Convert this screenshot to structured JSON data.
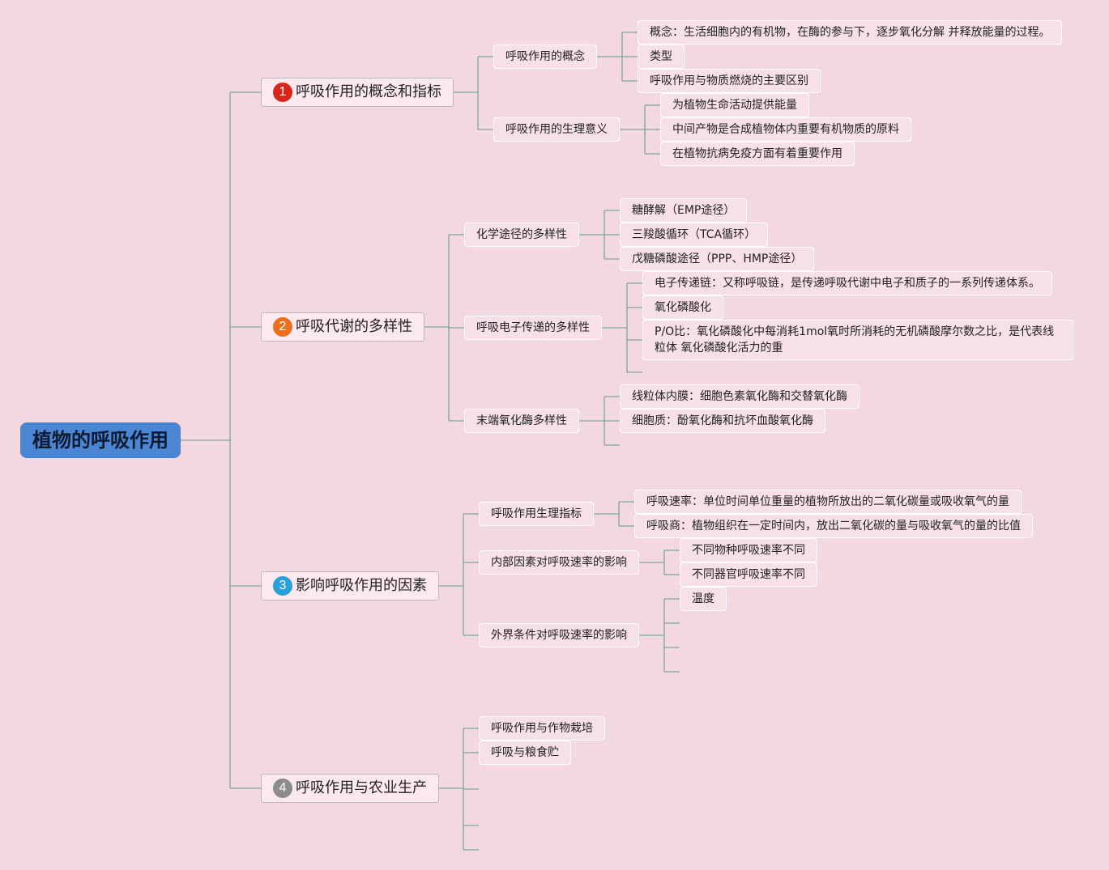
{
  "root": "植物的呼吸作用",
  "badge_colors": [
    "#d9251b",
    "#e8701f",
    "#2aa0d8",
    "#8c8c8c"
  ],
  "line_color": "#7aa89b",
  "branches": [
    {
      "number": "1",
      "label": "呼吸作用的概念和指标",
      "children": [
        {
          "label": "呼吸作用的概念",
          "children": [
            {
              "label": "概念：生活细胞内的有机物，在酶的参与下，逐步氧化分解 并释放能量的过程。"
            },
            {
              "label": "类型"
            },
            {
              "label": "呼吸作用与物质燃烧的主要区别"
            }
          ]
        },
        {
          "label": "呼吸作用的生理意义",
          "children": [
            {
              "label": "为植物生命活动提供能量"
            },
            {
              "label": "中间产物是合成植物体内重要有机物质的原料"
            },
            {
              "label": "在植物抗病免疫方面有着重要作用"
            }
          ]
        }
      ]
    },
    {
      "number": "2",
      "label": "呼吸代谢的多样性",
      "children": [
        {
          "label": "化学途径的多样性",
          "children": [
            {
              "label": "糖酵解（EMP途径）"
            },
            {
              "label": "三羧酸循环（TCA循环）"
            },
            {
              "label": "戊糖磷酸途径（PPP、HMP途径）"
            }
          ]
        },
        {
          "label": "呼吸电子传递的多样性",
          "children": [
            {
              "label": "电子传递链：又称呼吸链，是传递呼吸代谢中电子和质子的一系列传递体系。"
            },
            {
              "label": "氧化磷酸化"
            },
            {
              "label": "P/O比：氧化磷酸化中每消耗1mol氧时所消耗的无机磷酸摩尔数之比，是代表线粒体 氧化磷酸化活力的重"
            },
            {
              "label": ""
            }
          ]
        },
        {
          "label": "末端氧化酶多样性",
          "children": [
            {
              "label": "线粒体内膜：细胞色素氧化酶和交替氧化酶"
            },
            {
              "label": "细胞质：酚氧化酶和抗坏血酸氧化酶"
            },
            {
              "label": ""
            }
          ]
        }
      ]
    },
    {
      "number": "3",
      "label": "影响呼吸作用的因素",
      "children": [
        {
          "label": "呼吸作用生理指标",
          "children": [
            {
              "label": "呼吸速率：单位时间单位重量的植物所放出的二氧化碳量或吸收氧气的量"
            },
            {
              "label": "呼吸商：植物组织在一定时间内，放出二氧化碳的量与吸收氧气的量的比值"
            }
          ]
        },
        {
          "label": "内部因素对呼吸速率的影响",
          "children": [
            {
              "label": "不同物种呼吸速率不同"
            },
            {
              "label": "不同器官呼吸速率不同"
            }
          ]
        },
        {
          "label": "外界条件对呼吸速率的影响",
          "children": [
            {
              "label": "温度"
            },
            {
              "label": ""
            },
            {
              "label": ""
            },
            {
              "label": ""
            }
          ]
        }
      ]
    },
    {
      "number": "4",
      "label": "呼吸作用与农业生产",
      "children": [
        {
          "label": "呼吸作用与作物栽培"
        },
        {
          "label": "呼吸与粮食贮"
        },
        {
          "label": ""
        },
        {
          "label": ""
        },
        {
          "label": ""
        },
        {
          "label": ""
        }
      ]
    }
  ]
}
